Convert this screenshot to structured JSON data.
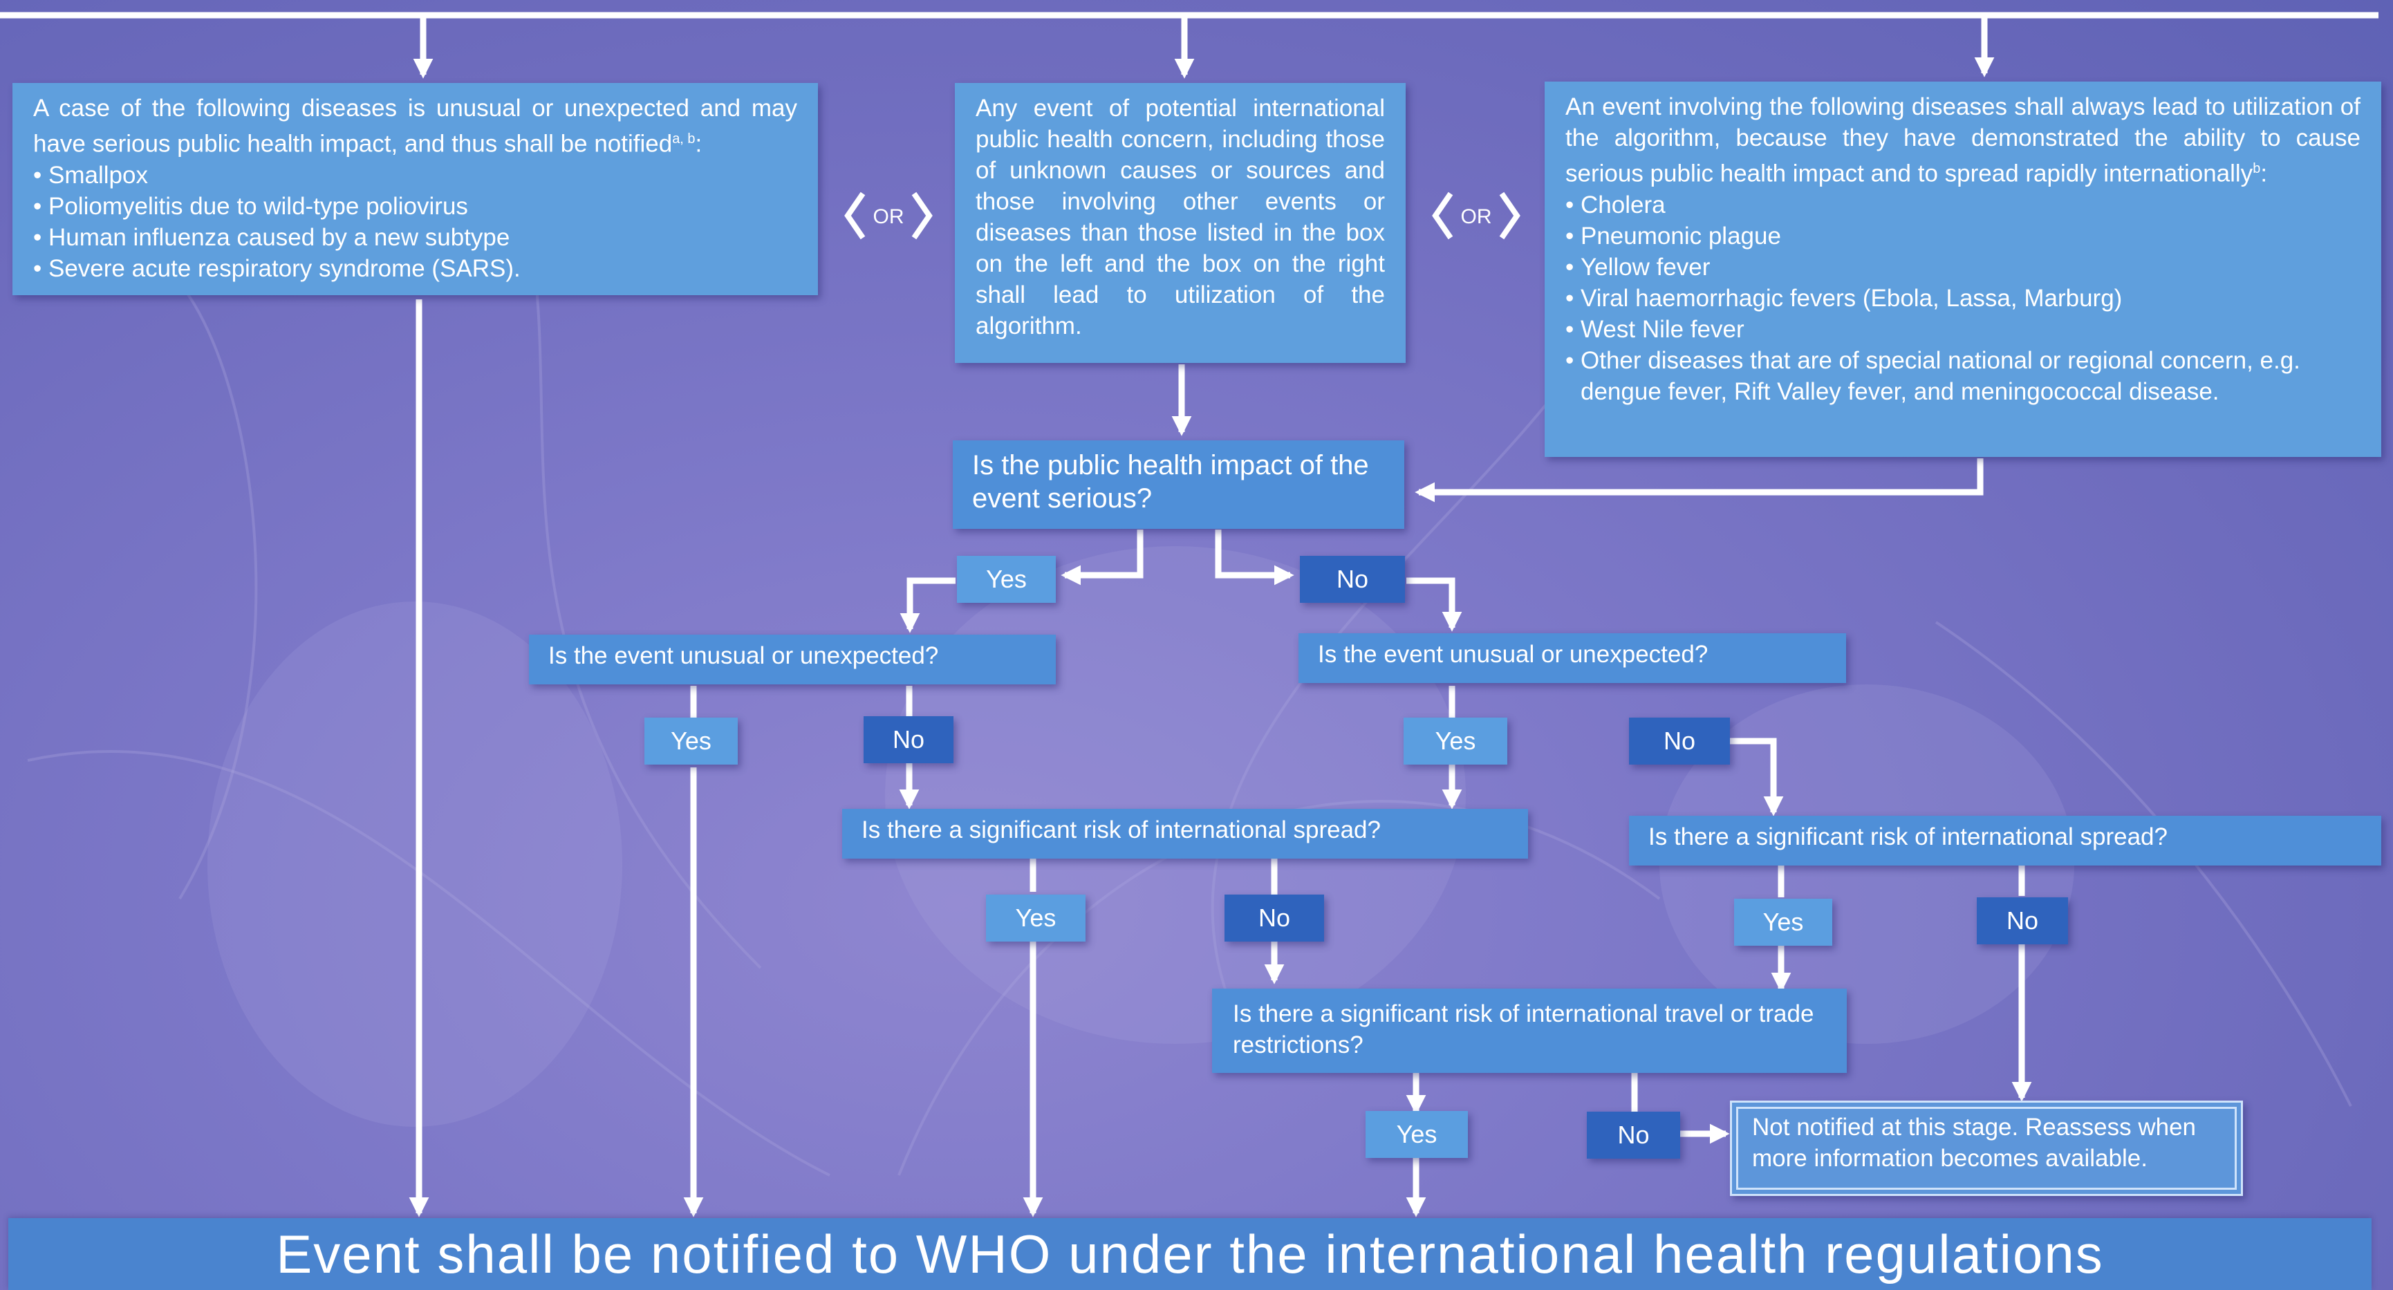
{
  "boxes": {
    "left": {
      "intro": "A case of the following diseases is unusual or unexpected and may have serious public health impact, and thus shall be notified",
      "sup": "a, b",
      "items": [
        "Smallpox",
        "Poliomyelitis due to wild-type poliovirus",
        "Human influenza caused by a new subtype",
        "Severe acute respiratory syndrome (SARS)."
      ]
    },
    "middle": {
      "text": "Any event of potential international public health concern, including those of unknown causes or sources and those involving other events or diseases than those listed in the box on the left and the box on the right shall lead to utilization of the algorithm."
    },
    "right": {
      "intro": "An event involving the following diseases shall always lead to utilization of the algorithm, because they have demonstrated the ability to cause serious public health impact and to spread rapidly internationally",
      "sup": "b",
      "items": [
        "Cholera",
        "Pneumonic plague",
        "Yellow fever",
        "Viral haemorrhagic fevers (Ebola, Lassa, Marburg)",
        "West Nile fever",
        "Other diseases that are of special national or regional concern, e.g. dengue fever, Rift Valley fever, and meningococcal disease."
      ]
    }
  },
  "or_label": "OR",
  "questions": {
    "serious": "Is the public health impact of the event serious?",
    "unusual": "Is the event unusual or unexpected?",
    "spread": "Is there a significant risk of international spread?",
    "travel": "Is there a significant risk of international travel or trade restrictions?"
  },
  "answers": {
    "yes": "Yes",
    "no": "No"
  },
  "not_notified": "Not notified at this stage. Reassess when more information becomes available.",
  "footer": "Event shall be notified to WHO under the international health regulations",
  "colors": {
    "box": "#5f9fdd",
    "question": "#4f8fd8",
    "yes": "#5b9ee0",
    "no": "#2f63bd",
    "footer": "#4a84cf"
  }
}
